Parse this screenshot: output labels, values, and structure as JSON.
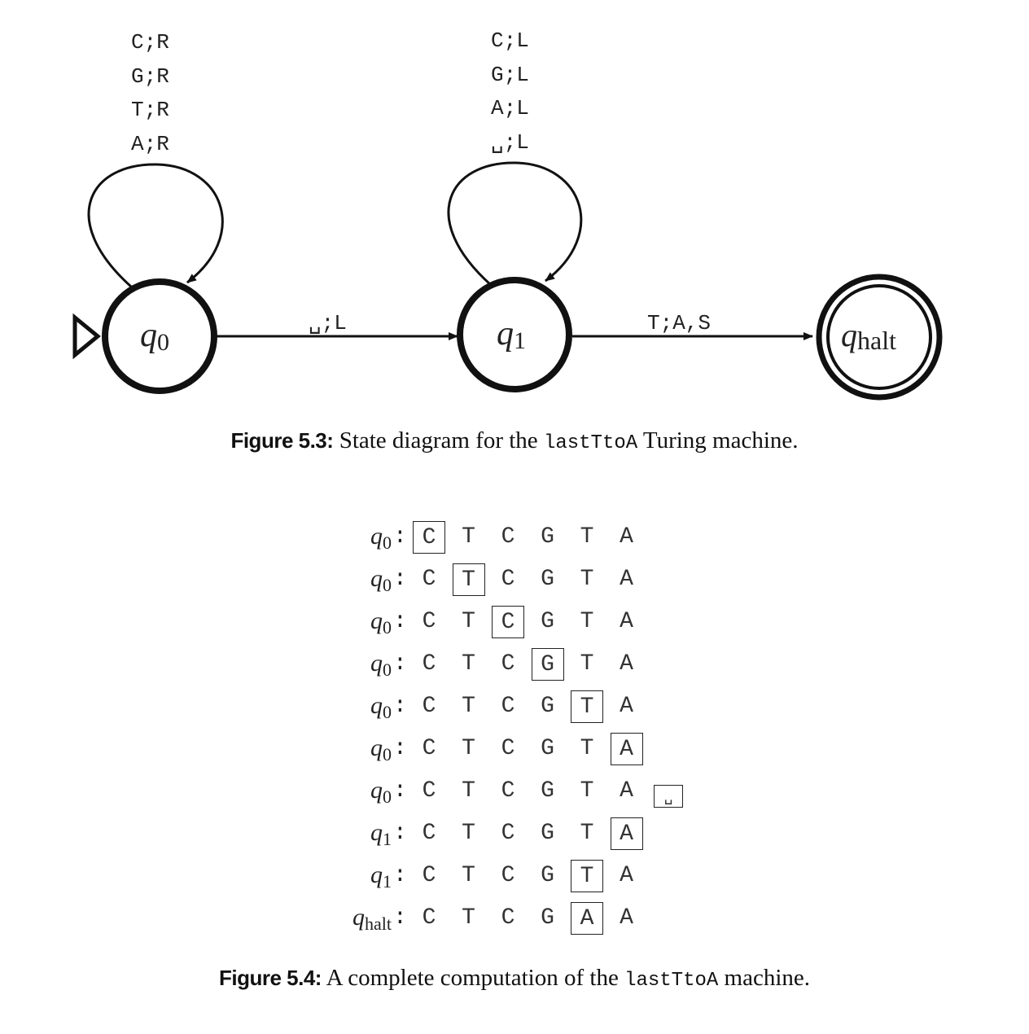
{
  "figure_5_3": {
    "loop_q0_labels": [
      "C;R",
      "G;R",
      "T;R",
      "A;R"
    ],
    "loop_q1_labels": [
      "C;L",
      "G;L",
      "A;L",
      "␣;L"
    ],
    "edge_q0_q1_label": "␣;L",
    "edge_q1_halt_label": "T;A,S",
    "states": {
      "q0": {
        "base": "q",
        "sub": "0"
      },
      "q1": {
        "base": "q",
        "sub": "1"
      },
      "halt": {
        "base": "q",
        "sub": "halt"
      }
    },
    "caption": {
      "figure_label": "Figure 5.3:",
      "text_before": "State diagram for the",
      "code": "lastTtoA",
      "text_after": "Turing machine."
    }
  },
  "figure_5_4": {
    "rows": [
      {
        "state": "q",
        "sub": "0",
        "tape": [
          "C",
          "T",
          "C",
          "G",
          "T",
          "A"
        ],
        "head": 0
      },
      {
        "state": "q",
        "sub": "0",
        "tape": [
          "C",
          "T",
          "C",
          "G",
          "T",
          "A"
        ],
        "head": 1
      },
      {
        "state": "q",
        "sub": "0",
        "tape": [
          "C",
          "T",
          "C",
          "G",
          "T",
          "A"
        ],
        "head": 2
      },
      {
        "state": "q",
        "sub": "0",
        "tape": [
          "C",
          "T",
          "C",
          "G",
          "T",
          "A"
        ],
        "head": 3
      },
      {
        "state": "q",
        "sub": "0",
        "tape": [
          "C",
          "T",
          "C",
          "G",
          "T",
          "A"
        ],
        "head": 4
      },
      {
        "state": "q",
        "sub": "0",
        "tape": [
          "C",
          "T",
          "C",
          "G",
          "T",
          "A"
        ],
        "head": 5
      },
      {
        "state": "q",
        "sub": "0",
        "tape": [
          "C",
          "T",
          "C",
          "G",
          "T",
          "A",
          "␣"
        ],
        "head": 6
      },
      {
        "state": "q",
        "sub": "1",
        "tape": [
          "C",
          "T",
          "C",
          "G",
          "T",
          "A"
        ],
        "head": 5
      },
      {
        "state": "q",
        "sub": "1",
        "tape": [
          "C",
          "T",
          "C",
          "G",
          "T",
          "A"
        ],
        "head": 4
      },
      {
        "state": "q",
        "sub": "halt",
        "tape": [
          "C",
          "T",
          "C",
          "G",
          "A",
          "A"
        ],
        "head": 4
      }
    ],
    "caption": {
      "figure_label": "Figure 5.4:",
      "text_before": "A complete computation of the",
      "code": "lastTtoA",
      "text_after": "machine."
    }
  },
  "colors": {
    "ink": "#111111",
    "background": "#ffffff"
  }
}
